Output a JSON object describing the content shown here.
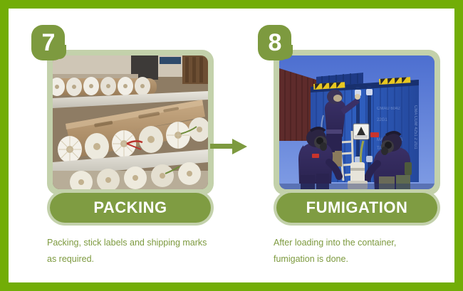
{
  "colors": {
    "outer_border": "#72ad07",
    "badge_green": "#7d9a3f",
    "pill_green": "#7f9c42",
    "frame_sage": "#c3d1ab",
    "caption_text": "#7d9a3f",
    "label_text": "#ffffff",
    "background": "#ffffff",
    "arrow": "#7d9a3f"
  },
  "arrow": {
    "icon": "arrow-right-icon",
    "direction": "right"
  },
  "steps": [
    {
      "number": "7",
      "label": "PACKING",
      "image_alt": "packing-photo",
      "image_description": "Rolls of fabric wrapped in brown kraft paper with tied white cloth ends stacked on warehouse shelves",
      "caption_lines": [
        "Packing, stick labels and shipping marks",
        "as required."
      ]
    },
    {
      "number": "8",
      "label": "FUMIGATION",
      "image_alt": "fumigation-photo",
      "image_description": "Workers in purple uniforms wearing gas masks performing fumigation at a blue shipping container",
      "caption_lines": [
        "After loading into the container,",
        "fumigation is done."
      ]
    }
  ]
}
